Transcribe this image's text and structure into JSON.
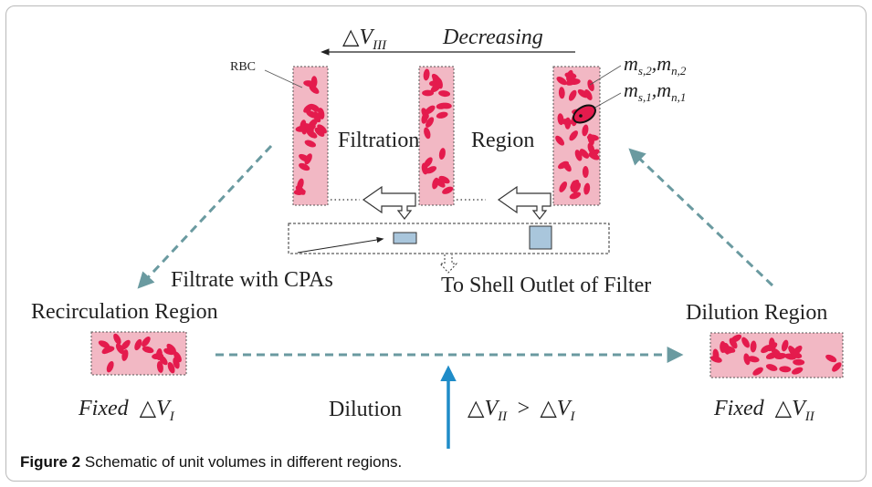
{
  "labels": {
    "delta_v3": "△V",
    "delta_v3_sub": "III",
    "decreasing": "Decreasing",
    "rbc": "RBC",
    "ms2": "m",
    "ms2_sub": "s,2",
    "mn2": "m",
    "mn2_sub": "n,2",
    "ms1": "m",
    "ms1_sub": "s,1",
    "mn1": "m",
    "mn1_sub": "n,1",
    "filtration": "Filtration",
    "region": "Region",
    "filtrate": "Filtrate with CPAs",
    "shell_outlet": "To Shell Outlet of Filter",
    "recirculation_region": "Recirculation Region",
    "dilution_region": "Dilution Region",
    "fixed1_a": "Fixed",
    "fixed1_b": "△V",
    "fixed1_sub": "I",
    "dilution": "Dilution",
    "ineq_a": "△V",
    "ineq_a_sub": "II",
    "ineq_op": ">",
    "ineq_b": "△V",
    "ineq_b_sub": "I",
    "fixed2_a": "Fixed",
    "fixed2_b": "△V",
    "fixed2_sub": "II"
  },
  "caption": {
    "label": "Figure 2",
    "text": "Schematic of unit volumes in different regions."
  },
  "colors": {
    "cell_fill": "#f2b8c4",
    "rbc": "#e41b4d",
    "teal_arrow": "#6a9aa0",
    "blue_arrow": "#1f8cc8",
    "filtrate_box": "#a9c6dc"
  }
}
